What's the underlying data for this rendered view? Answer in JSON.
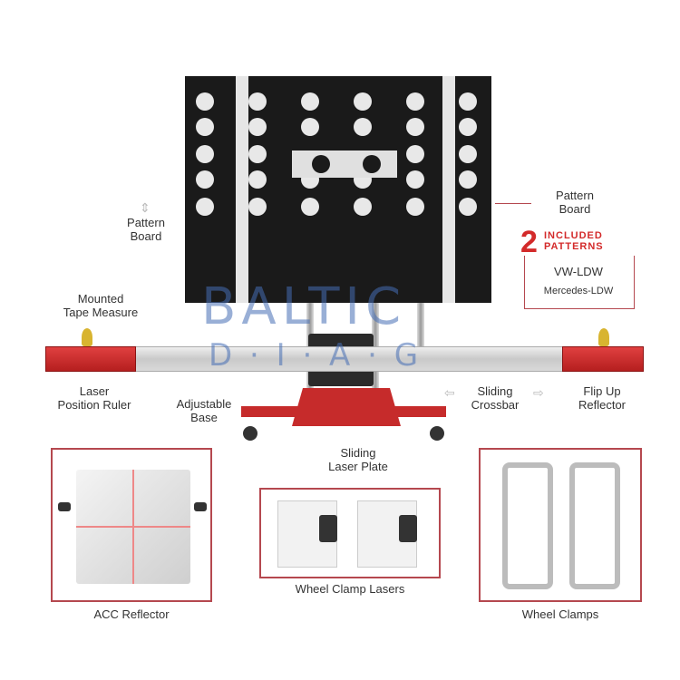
{
  "labels": {
    "pattern_board_left": "Pattern\nBoard",
    "pattern_board_right": "Pattern\nBoard",
    "mounted_tape": "Mounted\nTape Measure",
    "laser_ruler": "Laser\nPosition Ruler",
    "adjustable_base": "Adjustable\nBase",
    "sliding_crossbar": "Sliding\nCrossbar",
    "flip_up": "Flip Up\nReflector",
    "sliding_laser": "Sliding\nLaser Plate",
    "acc_reflector": "ACC Reflector",
    "wheel_clamp_lasers": "Wheel Clamp Lasers",
    "wheel_clamps": "Wheel Clamps"
  },
  "patterns": {
    "count": "2",
    "title": "INCLUDED\nPATTERNS",
    "item1": "VW-LDW",
    "item2": "Mercedes-LDW"
  },
  "watermark": {
    "line1": "BALTIC",
    "line2": "D · I · A · G"
  },
  "colors": {
    "accent_red": "#c62b2b",
    "frame_border": "#b5484f",
    "board": "#1a1a1a",
    "watermark": "#4a6eb4"
  }
}
